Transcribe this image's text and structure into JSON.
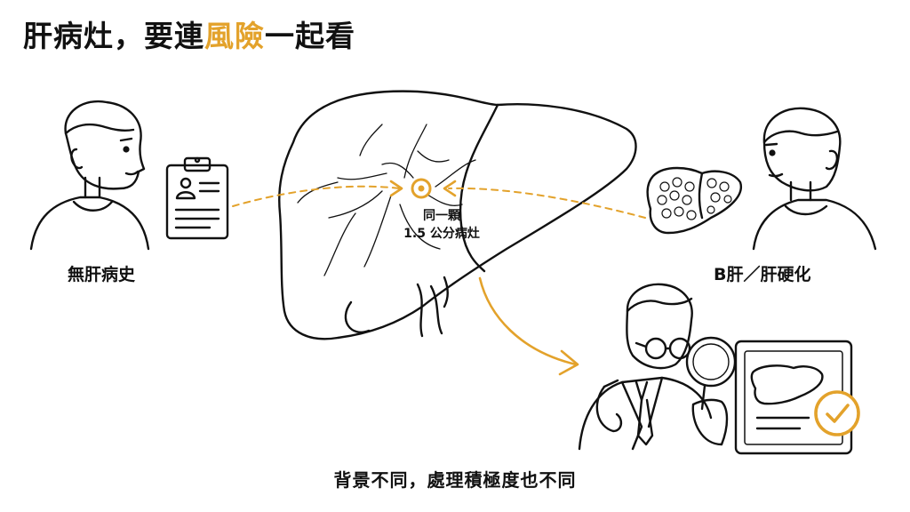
{
  "title": {
    "part1": "肝病灶，要連",
    "highlight": "風險",
    "part2": "一起看"
  },
  "left_person": {
    "label": "無肝病史"
  },
  "right_person": {
    "label": "B肝／肝硬化"
  },
  "lesion": {
    "line1": "同一顆",
    "line2": "1.5 公分病灶"
  },
  "footer": "背景不同，處理積極度也不同",
  "colors": {
    "accent": "#E3A22B",
    "ink": "#111111"
  },
  "icons": [
    "person-icon",
    "clipboard-icon",
    "liver-icon",
    "cirrhotic-liver-icon",
    "doctor-icon",
    "magnifier-icon",
    "checkmark-icon",
    "tablet-icon"
  ]
}
